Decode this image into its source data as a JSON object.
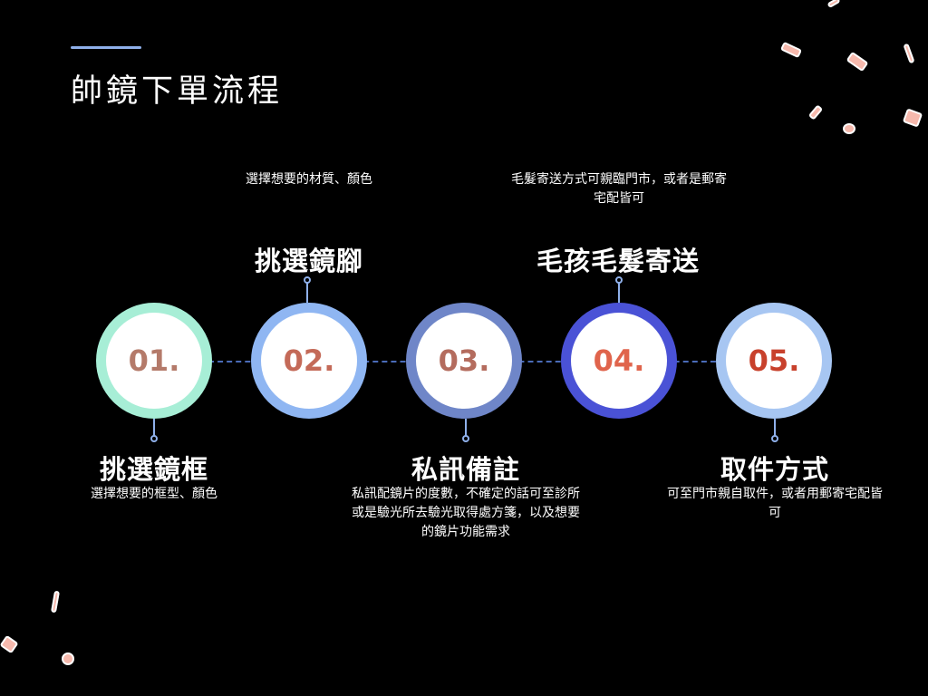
{
  "title": "帥鏡下單流程",
  "steps": [
    {
      "number": "01.",
      "label": "挑選鏡框",
      "description": "選擇想要的框型、顏色",
      "ring_color": "#a7eed6",
      "number_color": "#b47a6a"
    },
    {
      "number": "02.",
      "label": "挑選鏡腳",
      "description": "選擇想要的材質、顏色",
      "ring_color": "#8fb6f2",
      "number_color": "#c46a58"
    },
    {
      "number": "03.",
      "label": "私訊備註",
      "description": "私訊配鏡片的度數，不確定的話可至診所或是驗光所去驗光取得處方箋，以及想要的鏡片功能需求",
      "ring_color": "#6f86c8",
      "number_color": "#b46c5e"
    },
    {
      "number": "04.",
      "label": "毛孩毛髮寄送",
      "description": "毛髮寄送方式可親臨門市，或者是郵寄宅配皆可",
      "ring_color": "#4a52d6",
      "number_color": "#e0644c"
    },
    {
      "number": "05.",
      "label": "取件方式",
      "description": "可至門市親自取件，或者用郵寄宅配皆可",
      "ring_color": "#a7c6f2",
      "number_color": "#c8412c"
    }
  ]
}
